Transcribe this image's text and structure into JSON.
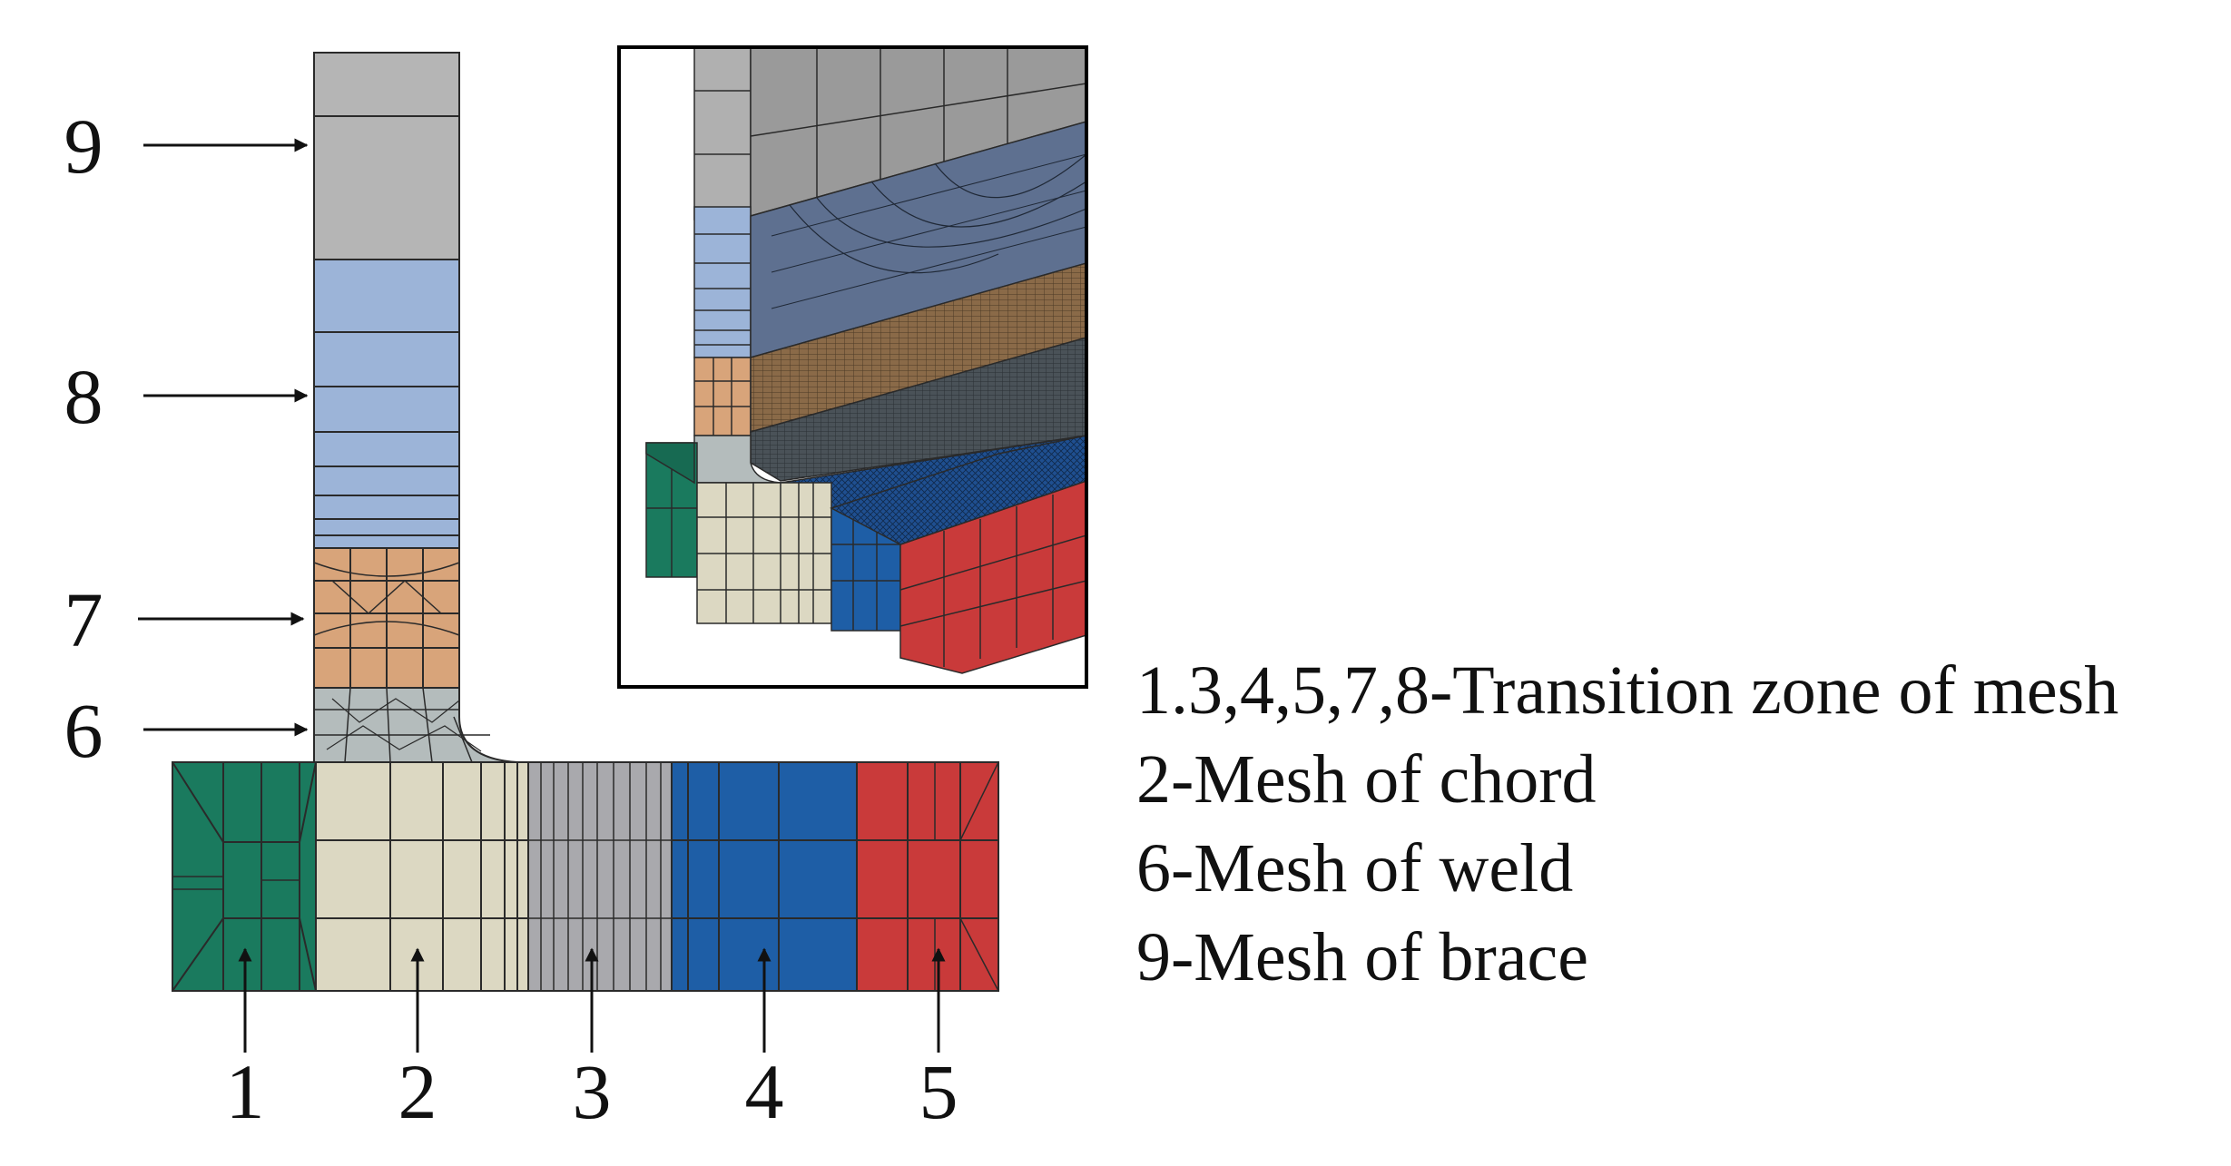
{
  "figure": {
    "zone_numbers": {
      "z1": "1",
      "z2": "2",
      "z3": "3",
      "z4": "4",
      "z5": "5",
      "z6": "6",
      "z7": "7",
      "z8": "8",
      "z9": "9"
    },
    "legend": [
      "1.3,4,5,7,8-Transition zone of mesh",
      "2-Mesh of chord",
      "6-Mesh of weld",
      "9-Mesh of brace"
    ],
    "colors": {
      "zone1_green": "#1a7a5e",
      "zone2_beige": "#dcd8c2",
      "zone3_gray": "#a9a9ad",
      "zone4_blue": "#1e5ea6",
      "zone5_red": "#c93a3a",
      "zone6_weld": "#b4bcbc",
      "zone7_tan": "#d8a47a",
      "zone8_lightblue": "#9cb4d8",
      "zone9_brace": "#b5b5b5",
      "inset_slate": "#5e7090",
      "inset_brown": "#8a6a48",
      "inset_dark": "#4a5258"
    }
  }
}
